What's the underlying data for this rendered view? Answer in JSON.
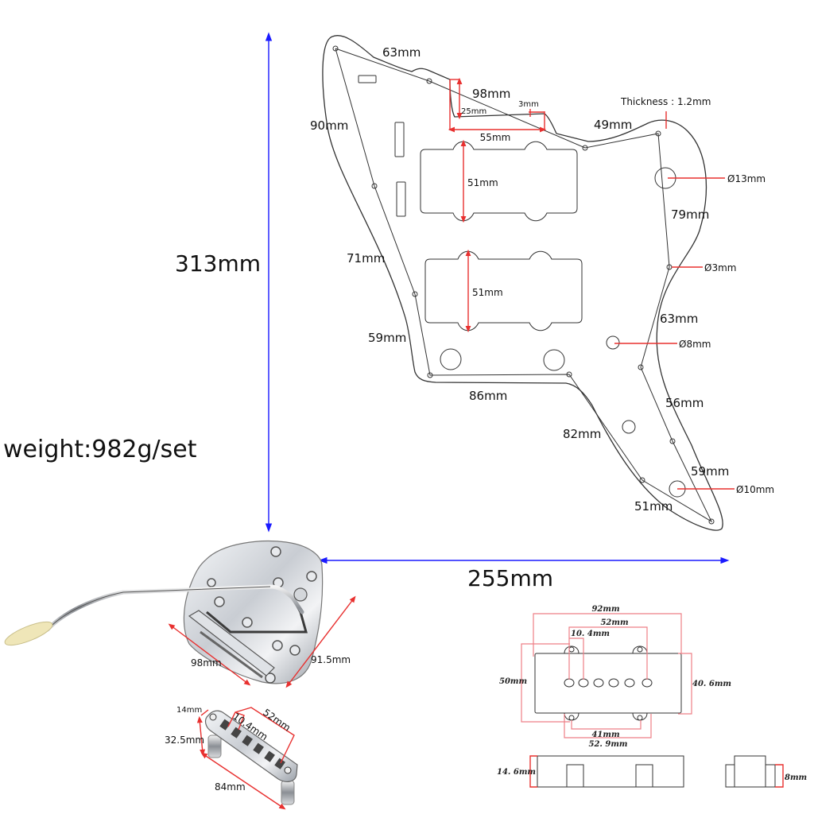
{
  "colors": {
    "dimension_blue": "#1a1aff",
    "dimension_red": "#e8302f",
    "outline": "#333333",
    "chrome": "#c8ccd2",
    "tip": "#efe6b8"
  },
  "overall": {
    "height": "313mm",
    "width": "255mm",
    "weight": "weight:982g/set"
  },
  "pickguard": {
    "thickness": "Thickness : 1.2mm",
    "edge_dims": {
      "top_left": "63mm",
      "top_mid": "98mm",
      "top_right": "49mm",
      "left_upper": "90mm",
      "left_mid": "71mm",
      "left_lower": "59mm",
      "bottom": "86mm",
      "bottom_diag": "82mm",
      "right_upper": "79mm",
      "right_mid": "63mm",
      "right_lower": "56mm",
      "tail_right": "59mm",
      "tail_left": "51mm"
    },
    "cutout": {
      "depth": "25mm",
      "width": "55mm",
      "step": "3mm"
    },
    "pickup_cutouts": [
      "51mm",
      "51mm"
    ],
    "holes": {
      "knob_large": "Ø13mm",
      "screw": "Ø3mm",
      "jack": "Ø8mm",
      "knob_small": "Ø10mm"
    }
  },
  "tremolo": {
    "length": "98mm",
    "width": "91.5mm"
  },
  "bridge": {
    "height_top": "14mm",
    "spacing_saddle": "10.4mm",
    "string_span": "52mm",
    "post_height": "32.5mm",
    "length": "84mm"
  },
  "pickup": {
    "mount_width": "92mm",
    "pole_span": "52mm",
    "pole_spacing": "10. 4mm",
    "mount_height": "50mm",
    "body_height": "40. 6mm",
    "ear_spacing_inner": "41mm",
    "ear_spacing_outer": "52. 9mm",
    "side_height": "14. 6mm",
    "end_height": "8mm"
  }
}
